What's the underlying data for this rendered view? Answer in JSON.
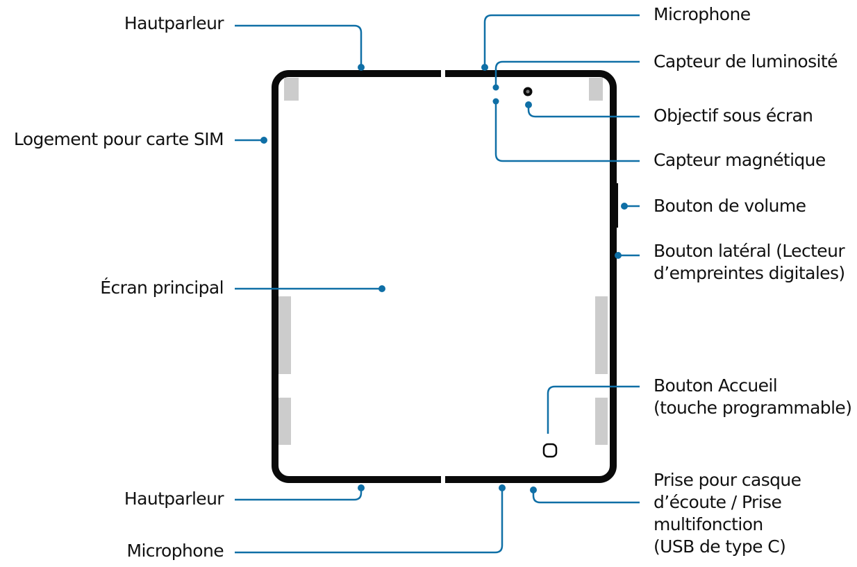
{
  "colors": {
    "leader": "#0f6fa6",
    "device": "#0a0a0a",
    "pad": "#cccccc",
    "text": "#111111"
  },
  "labels": {
    "speaker_top": "Hautparleur",
    "sim_tray": "Logement pour carte SIM",
    "main_screen": "Écran principal",
    "speaker_bottom": "Hautparleur",
    "mic_bottom": "Microphone",
    "mic_top": "Microphone",
    "light_sensor": "Capteur de luminosité",
    "under_display_camera": "Objectif sous écran",
    "magnetic_sensor": "Capteur magnétique",
    "volume_key": "Bouton de volume",
    "side_key": [
      "Bouton latéral (Lecteur",
      "d’empreintes digitales)"
    ],
    "home_key": [
      "Bouton Accueil",
      "(touche programmable)"
    ],
    "usb_port": [
      "Prise pour casque",
      "d’écoute / Prise",
      "multifonction",
      "(USB de type C)"
    ]
  }
}
